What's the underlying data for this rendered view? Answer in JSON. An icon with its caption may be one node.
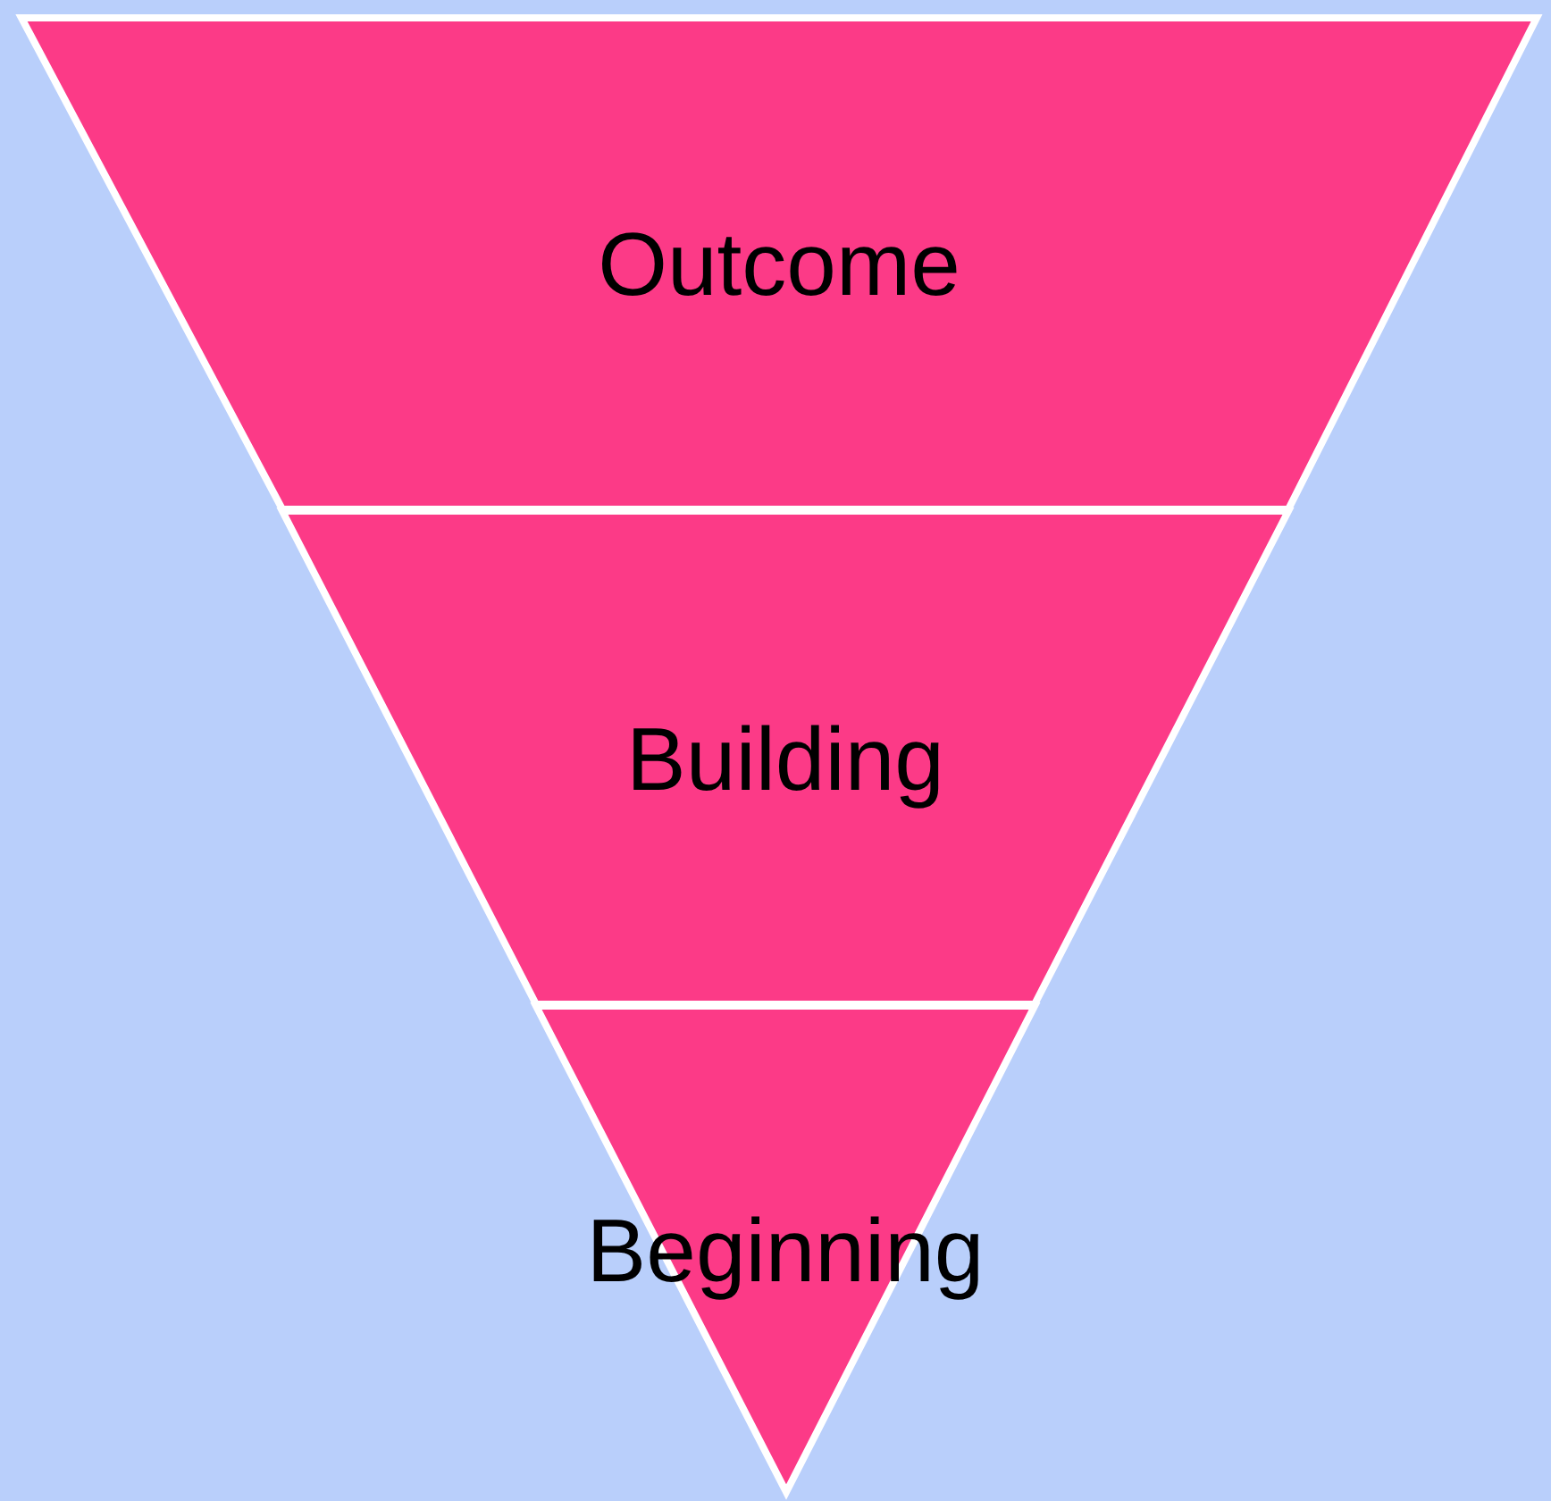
{
  "diagram": {
    "nodes": [
      {
        "text": [
          "Outcome"
        ]
      },
      {
        "text": [
          "Building"
        ]
      },
      {
        "text": [
          "Beginning"
        ]
      }
    ]
  }
}
